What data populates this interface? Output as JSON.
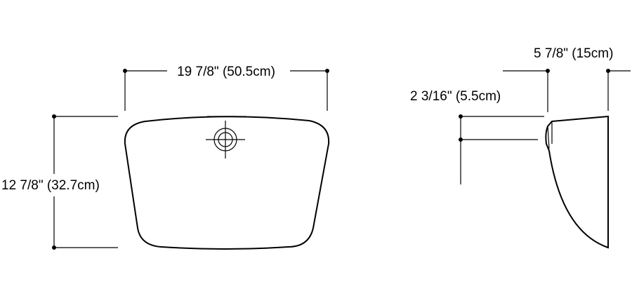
{
  "front_view": {
    "width_label": "19 7/8\" (50.5cm)",
    "height_label": "12 7/8\" (32.7cm)"
  },
  "side_view": {
    "depth_label": "5 7/8\" (15cm)",
    "offset_label": "2 3/16\" (5.5cm)"
  },
  "colors": {
    "line": "#000000",
    "background": "#ffffff"
  }
}
